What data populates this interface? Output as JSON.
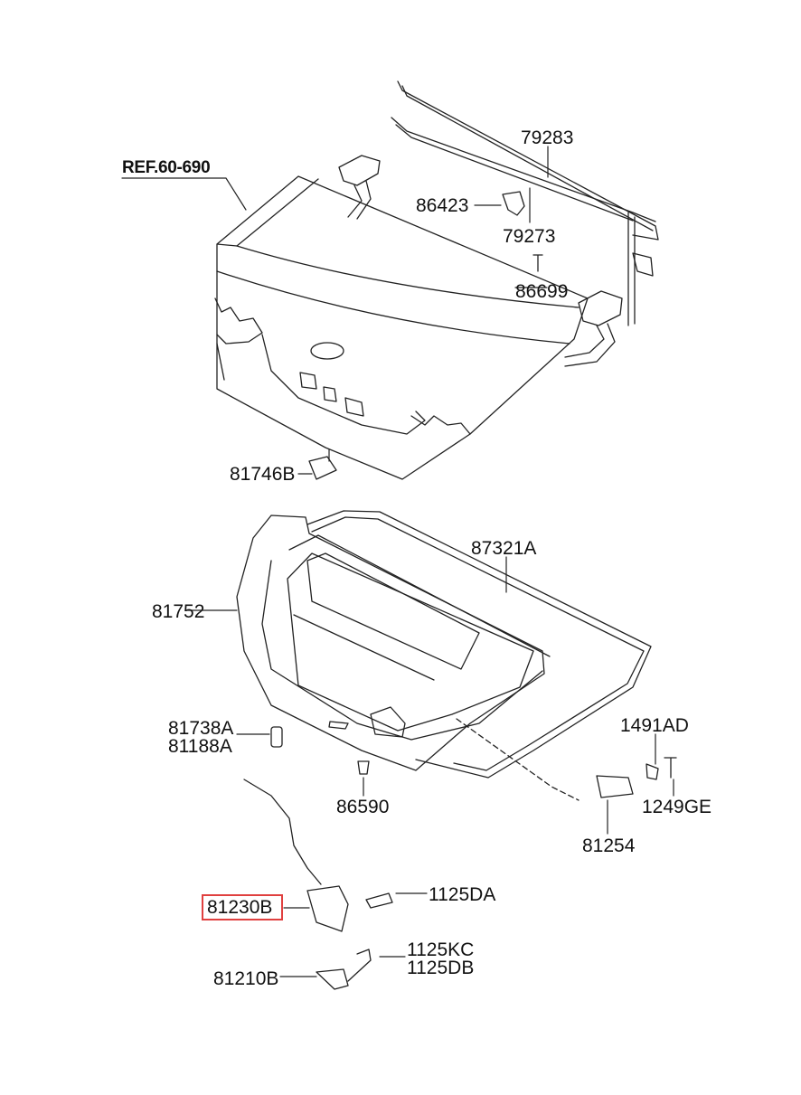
{
  "labels": {
    "ref": "REF.60-690",
    "p79283": "79283",
    "p86423": "86423",
    "p79273": "79273",
    "p86699": "86699",
    "p81746B": "81746B",
    "p87321A": "87321A",
    "p81752": "81752",
    "p81738A": "81738A",
    "p81188A": "81188A",
    "p86590": "86590",
    "p1491AD": "1491AD",
    "p1249GE": "1249GE",
    "p81254": "81254",
    "p81230B": "81230B",
    "p1125DA": "1125DA",
    "p1125KC": "1125KC",
    "p1125DB": "1125DB",
    "p81210B": "81210B"
  },
  "highlight_color": "#e0403f"
}
